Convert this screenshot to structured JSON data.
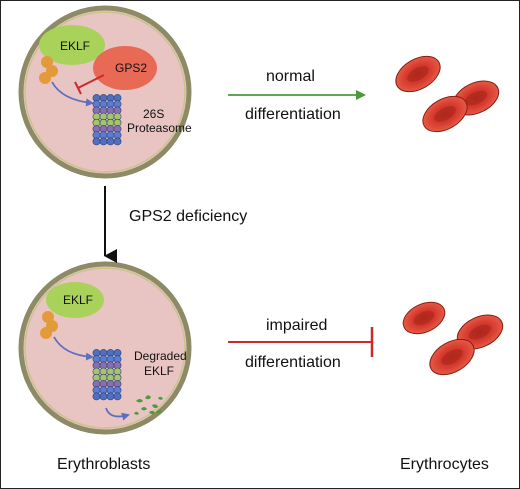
{
  "top_cell": {
    "ekfl_label": "EKLF",
    "gps2_label": "GPS2",
    "proteasome_label_line1": "26S",
    "proteasome_label_line2": "Proteasome"
  },
  "top_arrow": {
    "label_line1": "normal",
    "label_line2": "differentiation",
    "color": "#4a9a3c"
  },
  "vertical_arrow": {
    "label": "GPS2 deficiency"
  },
  "bottom_cell": {
    "ekfl_label": "EKLF",
    "degraded_label_line1": "Degraded",
    "degraded_label_line2": "EKLF"
  },
  "bottom_arrow": {
    "label_line1": "impaired",
    "label_line2": "differentiation",
    "color": "#cc2a2a"
  },
  "footer": {
    "left_label": "Erythroblasts",
    "right_label": "Erythrocytes"
  },
  "colors": {
    "cell_fill": "#e8c4c2",
    "cell_ring": "#8d8a66",
    "ekfl_green": "#a8d25a",
    "gps2_red": "#e86a55",
    "rbc_red": "#d63a2e",
    "proteasome_blue": "#4f6fbf"
  }
}
